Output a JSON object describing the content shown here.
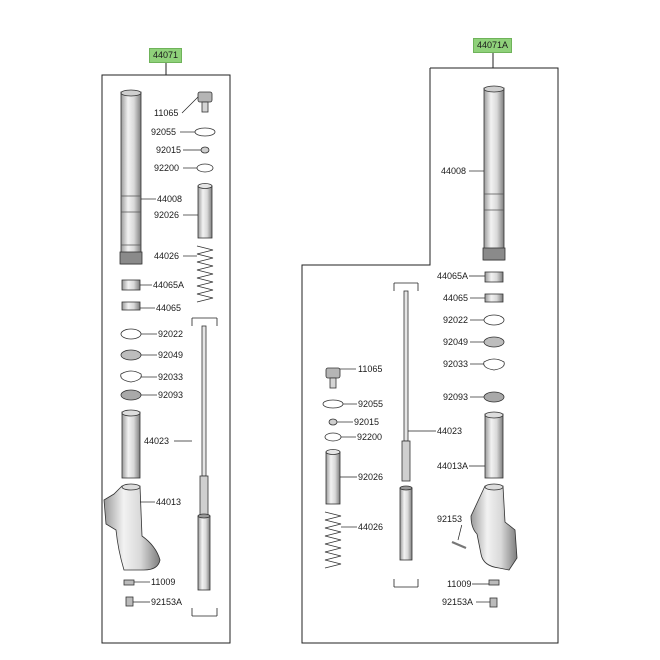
{
  "colors": {
    "kit_badge": "#8fd17a",
    "line": "#222222",
    "part_stroke": "#333333"
  },
  "left_assembly": {
    "kit": "44071",
    "parts": [
      "11065",
      "92055",
      "92015",
      "92200",
      "44008",
      "92026",
      "44026",
      "44065A",
      "44065",
      "92022",
      "92049",
      "92033",
      "92093",
      "44023",
      "44013",
      "11009",
      "92153A"
    ]
  },
  "right_assembly": {
    "kit": "44071A",
    "parts": [
      "44008",
      "44065A",
      "44065",
      "92022",
      "92049",
      "92033",
      "11065",
      "92055",
      "92015",
      "92200",
      "44023",
      "92093",
      "44013A",
      "92026",
      "44026",
      "92153",
      "11009",
      "92153A"
    ]
  }
}
